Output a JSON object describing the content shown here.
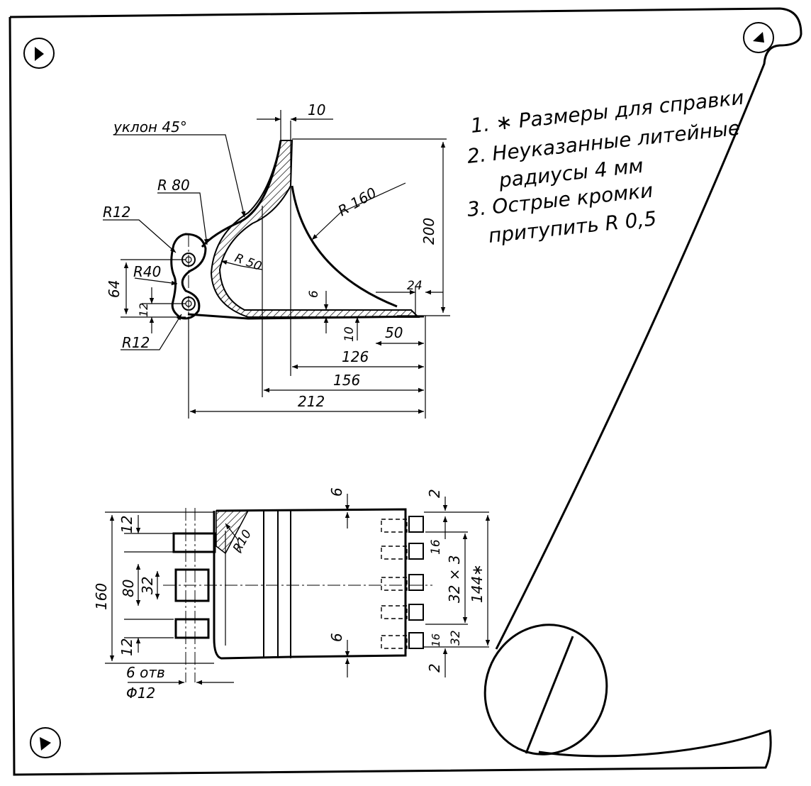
{
  "notes": [
    "1. ∗ Размеры для справки",
    "2. Неуказанные литейные",
    "радиусы 4 мм",
    "3. Острые кромки",
    "притупить R 0,5"
  ],
  "side_view": {
    "slope": "уклон 45°",
    "dims": {
      "d10_top": "10",
      "r80": "R 80",
      "r12_top": "R12",
      "r40": "R40",
      "d64": "64",
      "d12": "12",
      "r12_bottom": "R12",
      "r50": "R 50",
      "r160": "R 160",
      "d200": "200",
      "d6": "6",
      "d24": "24",
      "d10_bottom": "10",
      "d50": "50",
      "d126": "126",
      "d156": "156",
      "d212": "212"
    }
  },
  "plan_view": {
    "dims": {
      "d6_top": "6",
      "d2_top": "2",
      "d12_top": "12",
      "d160": "160",
      "d80": "80",
      "d32": "32",
      "d12_bottom": "12",
      "r10": "R10",
      "d16_top": "16",
      "d32x3": "32 × 3",
      "d144": "144∗",
      "d6_bottom": "6",
      "d16_bottom": "16",
      "d32_bottom": "32",
      "d2_bottom": "2",
      "holes": "6 отв",
      "hole_dia": "Φ12"
    }
  },
  "icons": [
    "marker-arrow-icon"
  ]
}
